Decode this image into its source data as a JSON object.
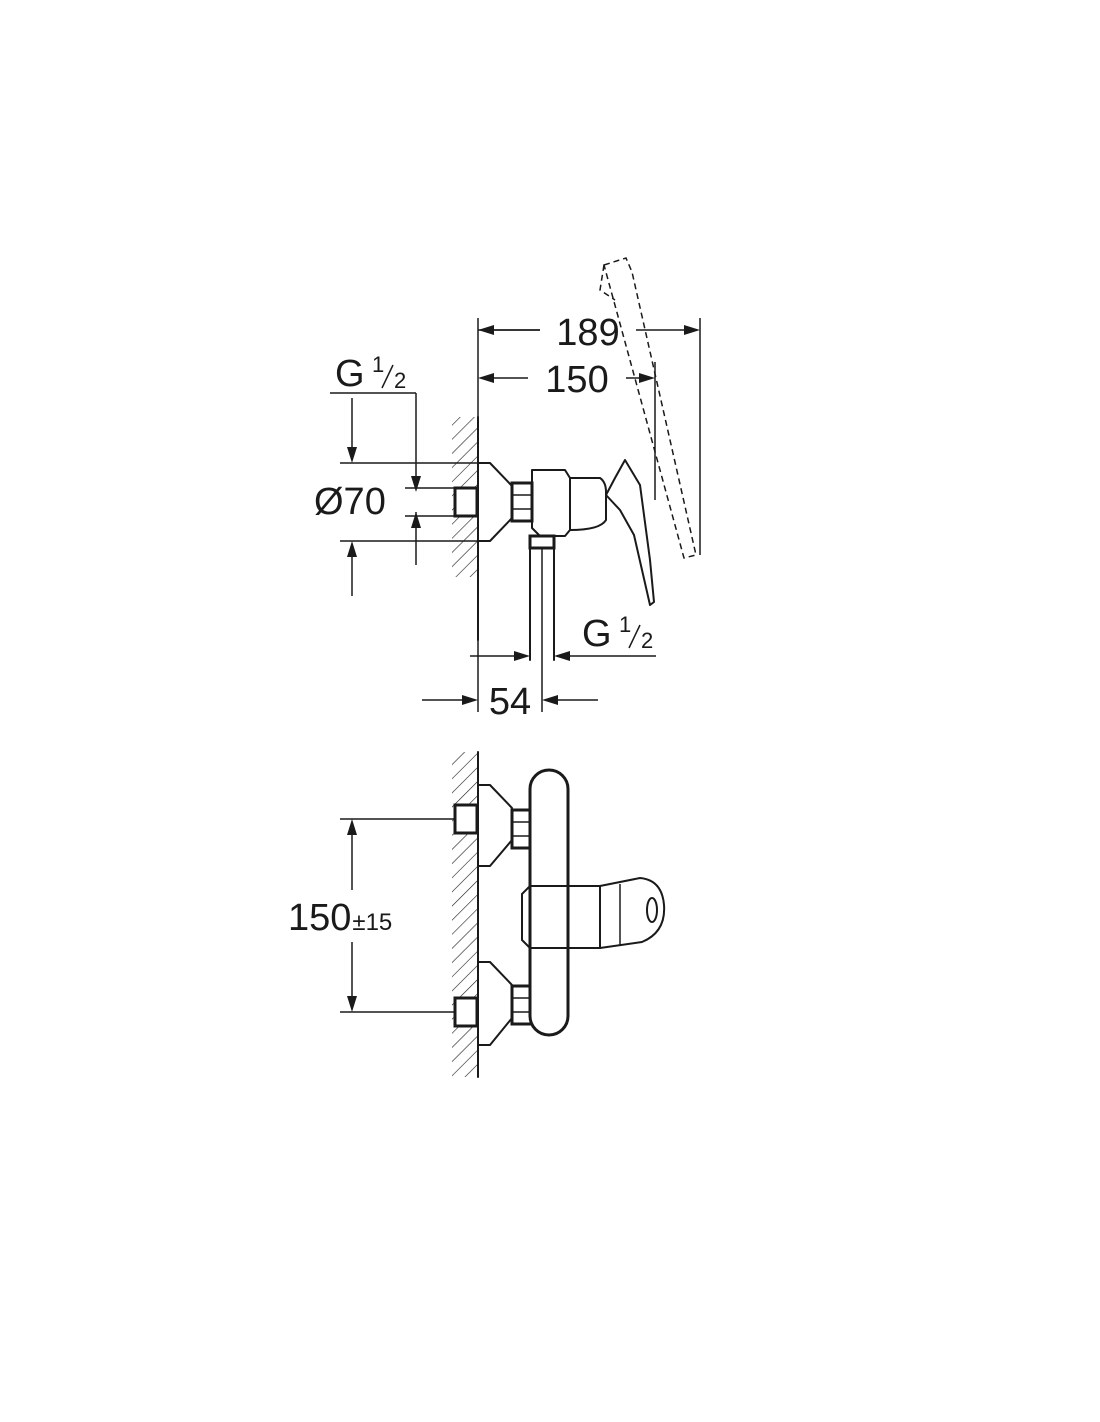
{
  "dimensions": {
    "overall_depth": "189",
    "handle_depth": "150",
    "inlet_thread_main": "G",
    "inlet_thread_num": "1",
    "inlet_thread_den": "2",
    "rosette_diameter": "Ø70",
    "outlet_thread_main": "G",
    "outlet_thread_num": "1",
    "outlet_thread_den": "2",
    "outlet_offset": "54",
    "centers_main": "150",
    "centers_tol": "±15"
  }
}
